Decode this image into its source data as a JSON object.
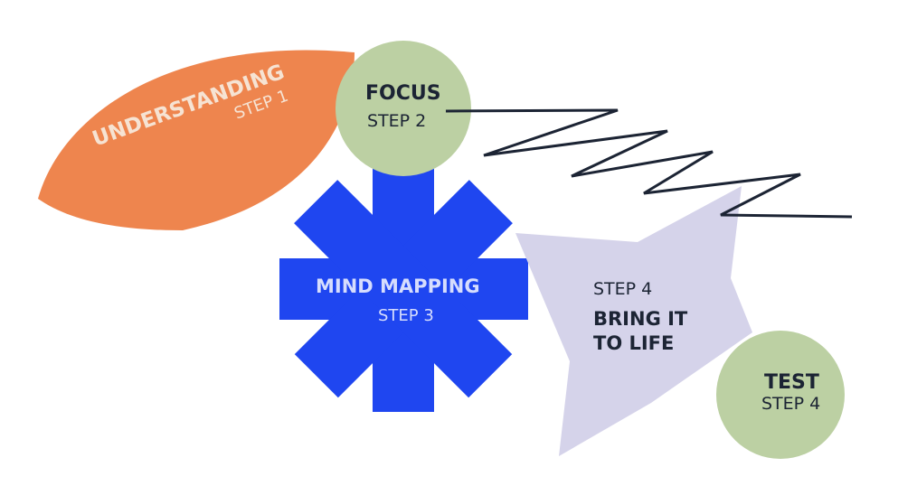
{
  "colors": {
    "leaf": "#EE854E",
    "leaf_text": "#F6E3D3",
    "circle": "#BCD0A3",
    "asterisk": "#1F46F0",
    "asterisk_text": "#D6DDFD",
    "star": "#D5D3EA",
    "ink": "#1C2434"
  },
  "steps": {
    "understanding": {
      "title": "UNDERSTANDING",
      "step": "STEP 1"
    },
    "focus": {
      "title": "FOCUS",
      "step": "STEP 2"
    },
    "mind_mapping": {
      "title": "MIND MAPPING",
      "step": "STEP 3"
    },
    "bring_to_life": {
      "step": "STEP 4",
      "title_line1": "BRING IT",
      "title_line2": "TO LIFE"
    },
    "test": {
      "title": "TEST",
      "step": "STEP 4"
    }
  }
}
